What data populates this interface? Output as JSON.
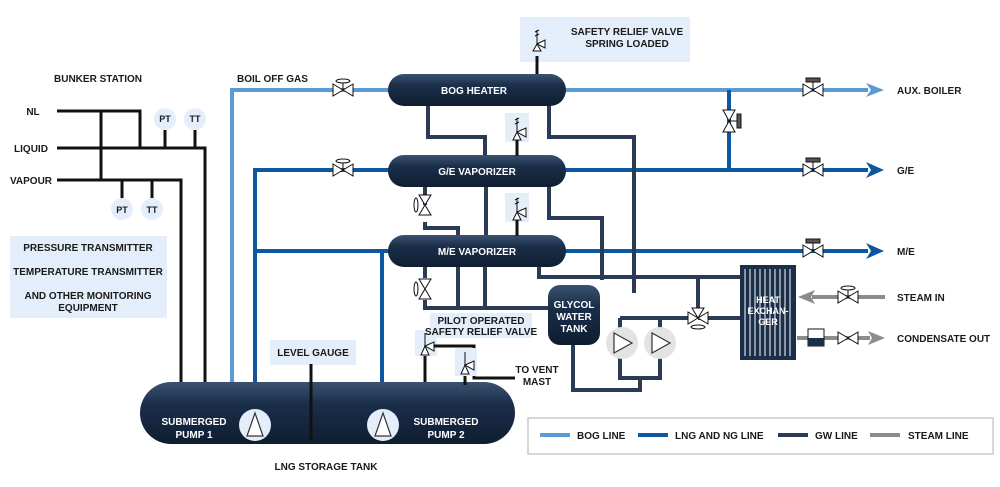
{
  "colors": {
    "bog_line": "#5b9bd5",
    "lng_line": "#0d56a0",
    "gw_line": "#2b3a55",
    "steam_line": "#8c8c8c",
    "black_line": "#111111",
    "vessel": "#1b2f4a",
    "info_box": "#e4eefa",
    "pump_circle": "#e3e3e3"
  },
  "bunker": {
    "title": "BUNKER STATION",
    "lines": [
      "NL",
      "LIQUID",
      "VAPOUR"
    ],
    "instruments_top": [
      "PT",
      "TT"
    ],
    "instruments_bottom": [
      "PT",
      "TT"
    ]
  },
  "monitoring_box": {
    "line1": "PRESSURE TRANSMITTER",
    "line2": "TEMPERATURE TRANSMITTER",
    "line3": "AND OTHER MONITORING",
    "line4": "EQUIPMENT"
  },
  "labels": {
    "boil_off_gas": "BOIL OFF GAS",
    "srv_spring_line1": "SAFETY RELIEF VALVE",
    "srv_spring_line2": "SPRING LOADED",
    "pilot_srv_line1": "PILOT OPERATED",
    "pilot_srv_line2": "SAFETY RELIEF VALVE",
    "to_vent_line1": "TO VENT",
    "to_vent_line2": "MAST",
    "level_gauge": "LEVEL GAUGE",
    "storage_tank": "LNG STORAGE TANK"
  },
  "vessels": {
    "bog_heater": "BOG HEATER",
    "ge_vaporizer": "G/E VAPORIZER",
    "me_vaporizer": "M/E VAPORIZER",
    "glycol_line1": "GLYCOL",
    "glycol_line2": "WATER",
    "glycol_line3": "TANK",
    "hx_line1": "HEAT",
    "hx_line2": "EXCHAN-",
    "hx_line3": "GER"
  },
  "pumps": {
    "pump1_line1": "SUBMERGED",
    "pump1_line2": "PUMP 1",
    "pump2_line1": "SUBMERGED",
    "pump2_line2": "PUMP 2"
  },
  "outlets": {
    "aux_boiler": "AUX. BOILER",
    "ge": "G/E",
    "me": "M/E",
    "steam_in": "STEAM IN",
    "condensate_out": "CONDENSATE OUT"
  },
  "legend": [
    {
      "key": "bog",
      "label": "BOG LINE",
      "color": "#5b9bd5"
    },
    {
      "key": "lng",
      "label": "LNG AND NG LINE",
      "color": "#0d56a0"
    },
    {
      "key": "gw",
      "label": "GW LINE",
      "color": "#2b3a55"
    },
    {
      "key": "steam",
      "label": "STEAM LINE",
      "color": "#8c8c8c"
    }
  ]
}
